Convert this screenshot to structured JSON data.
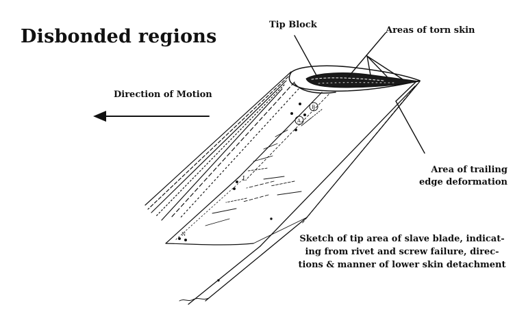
{
  "title": "Disbonded regions",
  "labels": {
    "tip_block": "Tip Block",
    "torn_skin": "Areas of torn skin",
    "direction": "Direction of Motion",
    "trailing_line1": "Area of trailing",
    "trailing_line2": "edge deformation"
  },
  "caption": {
    "line1": "Sketch of tip area of slave blade, indicat-",
    "line2": "ing from rivet and screw failure, direc-",
    "line3": "tions & manner of lower skin detachment"
  },
  "sketch_marks": {
    "mark_a": "A",
    "mark_b": "B",
    "mark_l": "L",
    "mark_n": "N"
  },
  "colors": {
    "ink": "#111111",
    "background": "#ffffff"
  }
}
